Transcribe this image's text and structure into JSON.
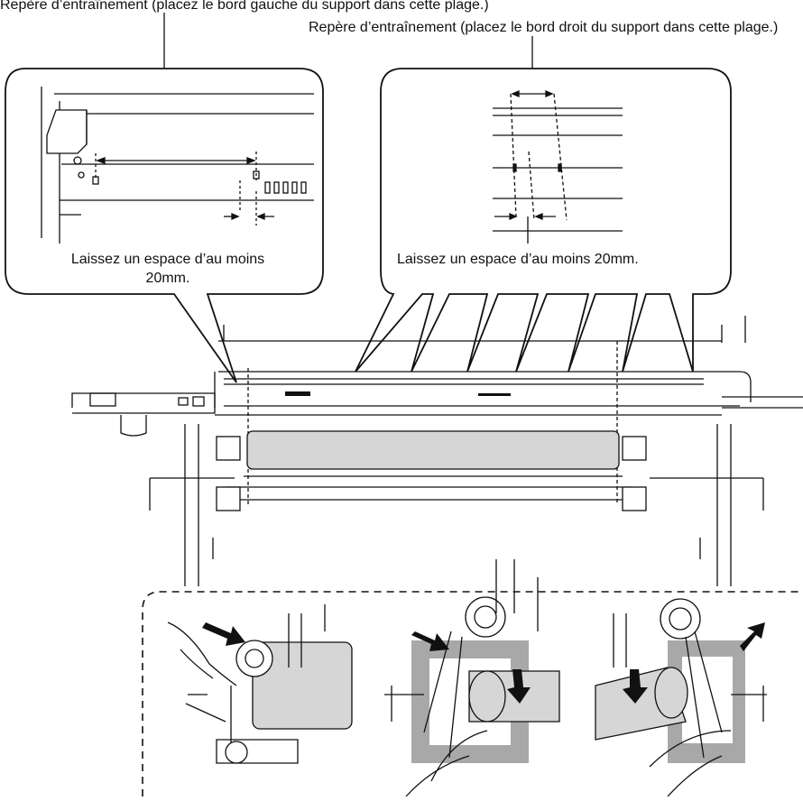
{
  "labels": {
    "top_left_cut": "Repère d’entraînement (placez le bord gauche du support dans cette plage.)",
    "top_right_cut": "Repère d’entraînement (placez le bord droit du support dans cette plage.)",
    "left_gap_line1": "Laissez un espace d’au moins",
    "left_gap_line2": "20mm.",
    "right_gap": "Laissez un espace d’au moins 20mm."
  },
  "steps": [
    {
      "arrows": [
        "push-in-arrow"
      ]
    },
    {
      "arrows": [
        "pull-out-arrow",
        "press-down-arrow"
      ]
    },
    {
      "arrows": [
        "press-down-arrow",
        "pull-out-arrow"
      ]
    }
  ],
  "colors": {
    "line": "#111111",
    "roll": "#d6d6d6",
    "highlight": "#a8a8a8",
    "border": "#000000"
  }
}
